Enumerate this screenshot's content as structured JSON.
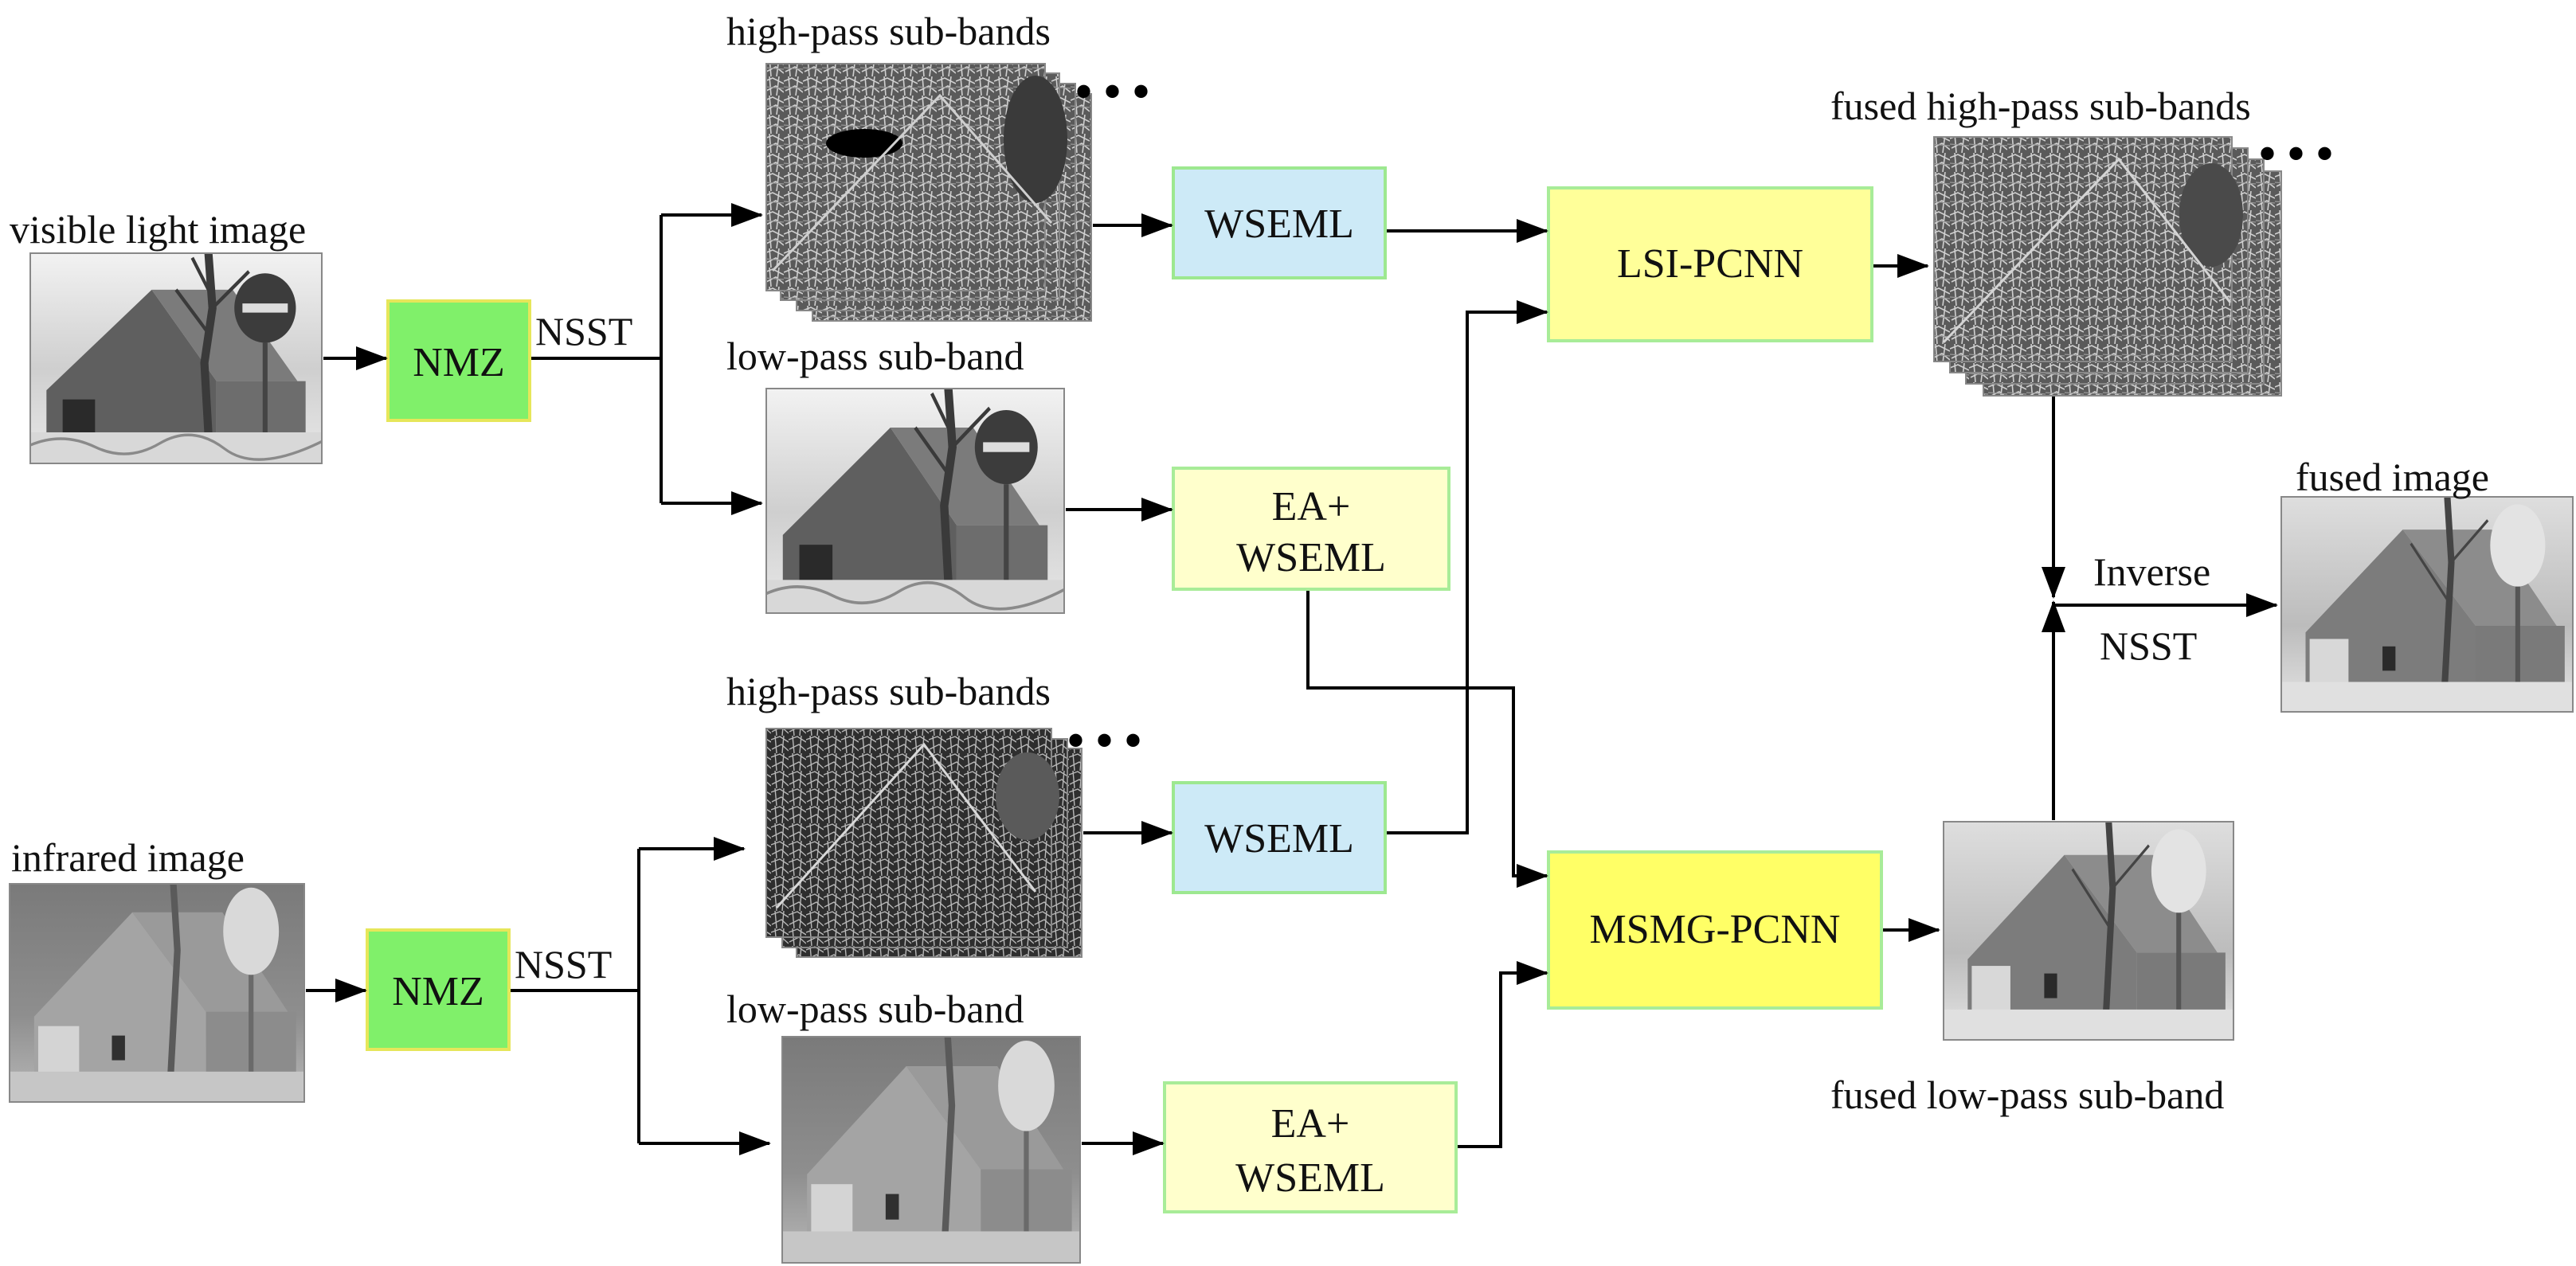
{
  "colors": {
    "nmz": "#80f06a",
    "nmz_border": "#e6e65a",
    "wseml": "#cdeaf7",
    "wseml_border": "#9de890",
    "ea_wseml": "#ffffcc",
    "ea_border": "#a8ec98",
    "lsi_pcnn": "#ffff99",
    "msmg_pcnn": "#ffff66",
    "pcnn_border": "#a8ec98"
  },
  "labels": {
    "visible_light_image": "visible light image",
    "infrared_image": "infrared image",
    "high_pass_top": "high-pass sub-bands",
    "low_pass_top": "low-pass sub-band",
    "high_pass_bottom": "high-pass sub-bands",
    "low_pass_bottom": "low-pass sub-band",
    "fused_high_pass": "fused high-pass sub-bands",
    "fused_low_pass": "fused low-pass sub-band",
    "fused_image": "fused image",
    "nsst_top": "NSST",
    "nsst_bottom": "NSST",
    "inverse": "Inverse",
    "inverse_nsst": "NSST",
    "dots_top": "• • •",
    "dots_bottom": "• • •",
    "dots_fused": "• • •"
  },
  "boxes": {
    "nmz_top": "NMZ",
    "nmz_bottom": "NMZ",
    "wseml_top": "WSEML",
    "ea_top_line1": "EA+",
    "ea_top_line2": "WSEML",
    "wseml_bottom": "WSEML",
    "ea_bottom_line1": "EA+",
    "ea_bottom_line2": "WSEML",
    "lsi_pcnn": "LSI-PCNN",
    "msmg_pcnn": "MSMG-PCNN"
  }
}
